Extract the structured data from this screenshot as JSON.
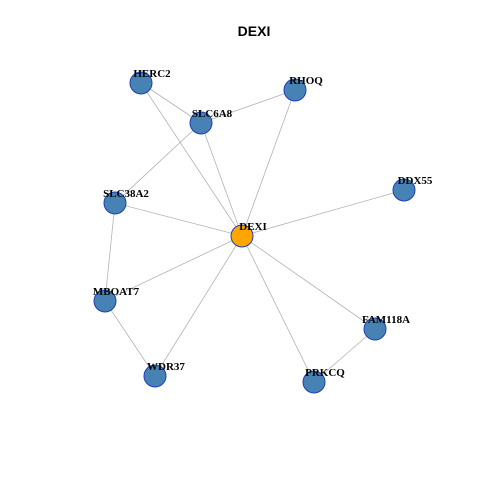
{
  "title": "DEXI",
  "colors": {
    "center_fill": "#FFA500",
    "node_fill": "#4682B4",
    "node_stroke": "#1f3fb5",
    "edge": "#b3b3b3"
  },
  "center": "DEXI",
  "nodes": [
    {
      "id": "DEXI"
    },
    {
      "id": "HERC2"
    },
    {
      "id": "RHOQ"
    },
    {
      "id": "SLC6A8"
    },
    {
      "id": "SLC38A2"
    },
    {
      "id": "DDX55"
    },
    {
      "id": "MBOAT7"
    },
    {
      "id": "FAM118A"
    },
    {
      "id": "WDR37"
    },
    {
      "id": "PRKCQ"
    }
  ],
  "edges": [
    [
      "DEXI",
      "HERC2"
    ],
    [
      "DEXI",
      "RHOQ"
    ],
    [
      "DEXI",
      "SLC6A8"
    ],
    [
      "DEXI",
      "SLC38A2"
    ],
    [
      "DEXI",
      "DDX55"
    ],
    [
      "DEXI",
      "MBOAT7"
    ],
    [
      "DEXI",
      "FAM118A"
    ],
    [
      "DEXI",
      "WDR37"
    ],
    [
      "DEXI",
      "PRKCQ"
    ],
    [
      "HERC2",
      "SLC6A8"
    ],
    [
      "SLC6A8",
      "RHOQ"
    ],
    [
      "SLC6A8",
      "SLC38A2"
    ],
    [
      "SLC38A2",
      "MBOAT7"
    ],
    [
      "MBOAT7",
      "WDR37"
    ],
    [
      "FAM118A",
      "PRKCQ"
    ]
  ]
}
